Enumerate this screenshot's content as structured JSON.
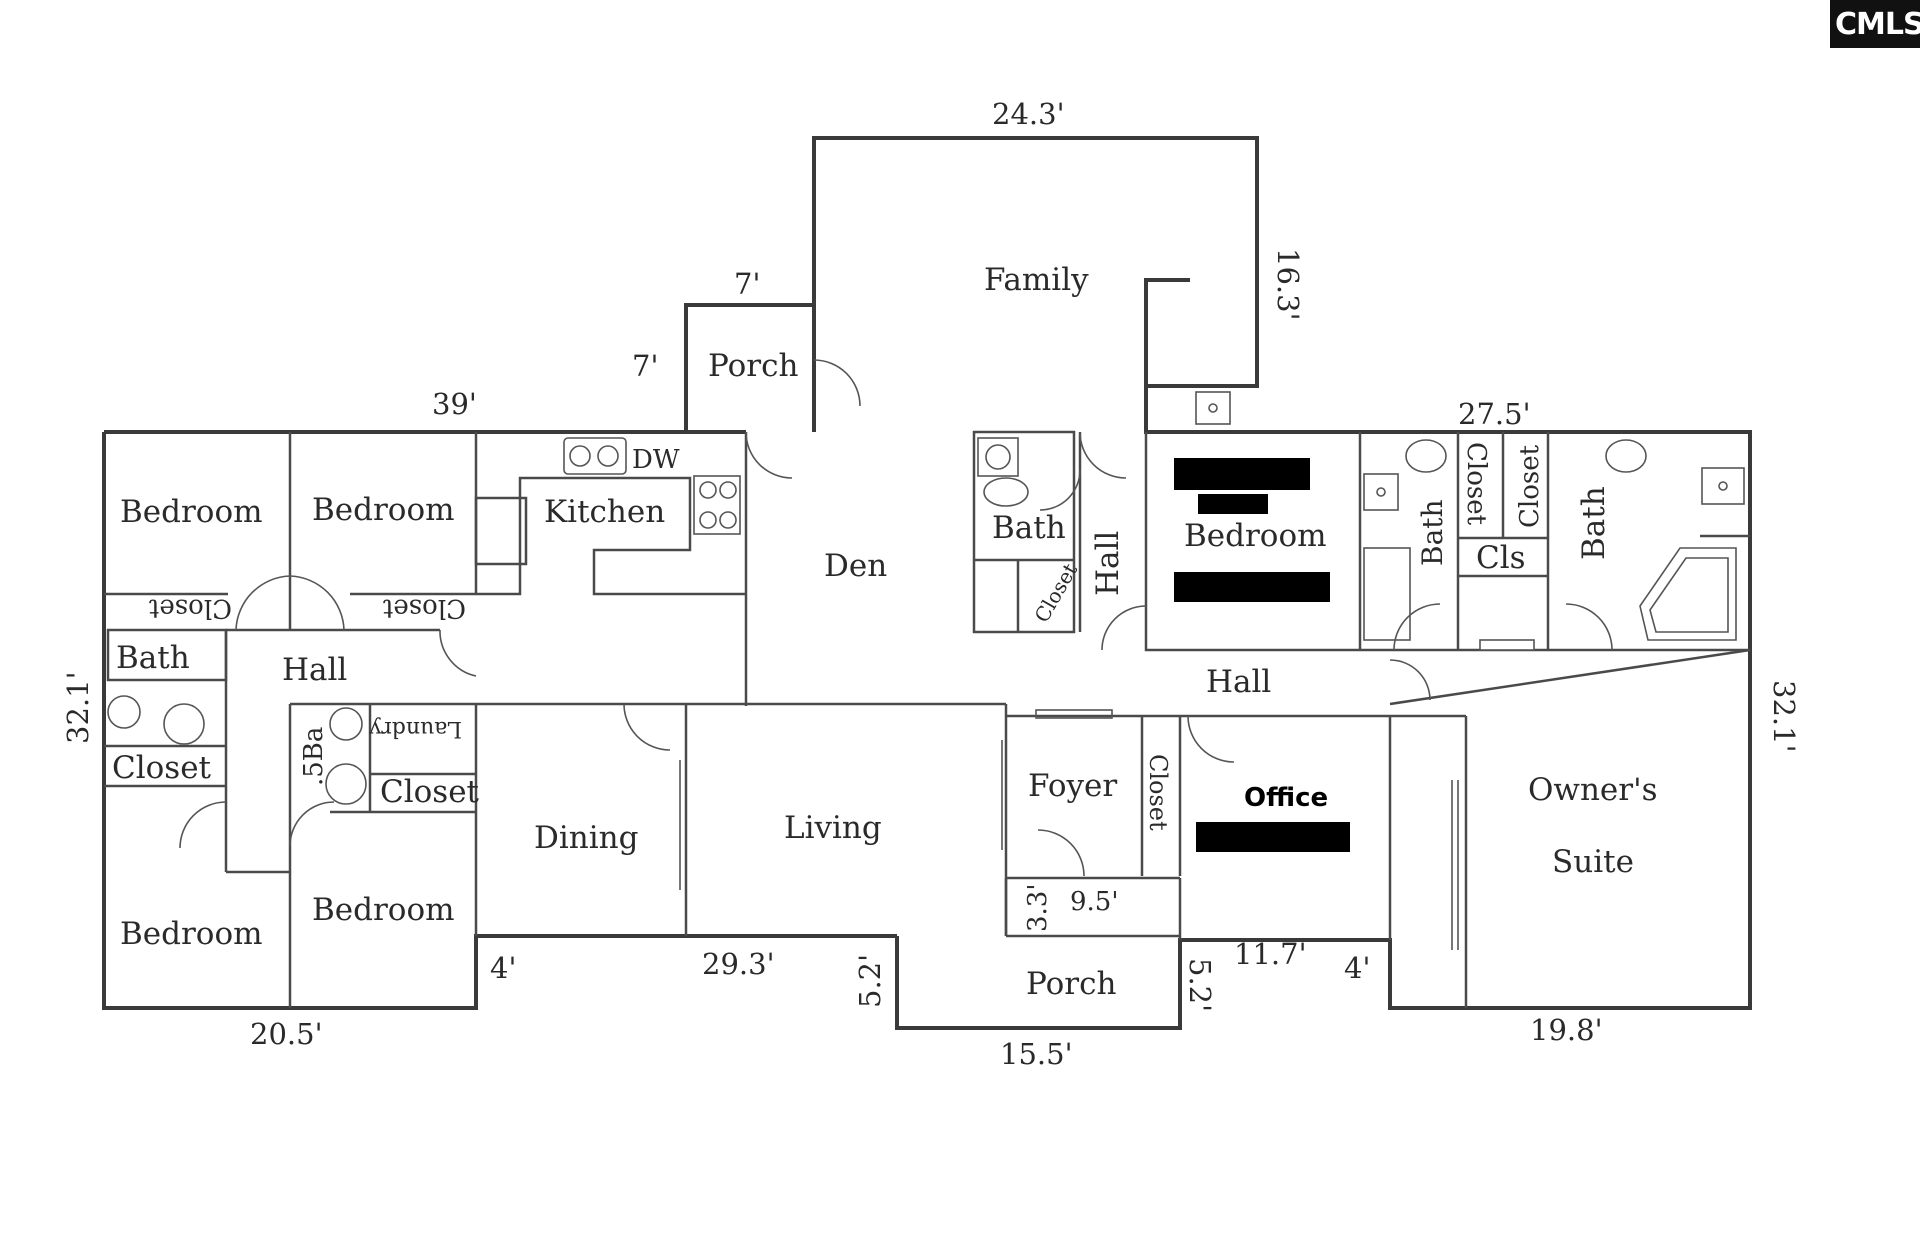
{
  "logo": {
    "text": "CMLS"
  },
  "rooms": {
    "family": "Family",
    "porch_back": "Porch",
    "bedroom_1": "Bedroom",
    "bedroom_2": "Bedroom",
    "kitchen": "Kitchen",
    "dw": "DW",
    "closet_1": "Closet",
    "closet_2": "Closet",
    "bath_left": "Bath",
    "hall_left": "Hall",
    "half_bath": ".5Ba",
    "laundry": "Laundry",
    "closet_left": "Closet",
    "closet_laundry": "Closet",
    "bedroom_3": "Bedroom",
    "bedroom_4": "Bedroom",
    "dining": "Dining",
    "living": "Living",
    "den": "Den",
    "bath_center": "Bath",
    "closet_center": "Closet",
    "hall_vertical": "Hall",
    "bedroom_right": "Bedroom",
    "hall_center": "Hall",
    "foyer": "Foyer",
    "closet_foyer": "Closet",
    "office": "Office",
    "porch_front": "Porch",
    "bath_suite_1": "Bath",
    "closet_suite_1": "Closet",
    "closet_suite_2": "Closet",
    "cls_suite": "Cls",
    "bath_suite_2": "Bath",
    "owners_1": "Owner's",
    "owners_2": "Suite"
  },
  "dimensions": {
    "family_width": "24.3'",
    "family_depth": "16.3'",
    "porch_back_width": "7'",
    "porch_back_depth": "7'",
    "left_wing_width": "39'",
    "right_wing_width": "27.5'",
    "left_depth": "32.1'",
    "right_depth": "32.1'",
    "left_bottom": "20.5'",
    "offset_left": "4'",
    "center_bottom": "29.3'",
    "porch_front_depth_left": "5.2'",
    "porch_front_width": "15.5'",
    "porch_step": "3.3'",
    "porch_inner": "9.5'",
    "porch_front_depth_right": "5.2'",
    "office_bottom": "11.7'",
    "offset_right": "4'",
    "right_bottom": "19.8'"
  }
}
